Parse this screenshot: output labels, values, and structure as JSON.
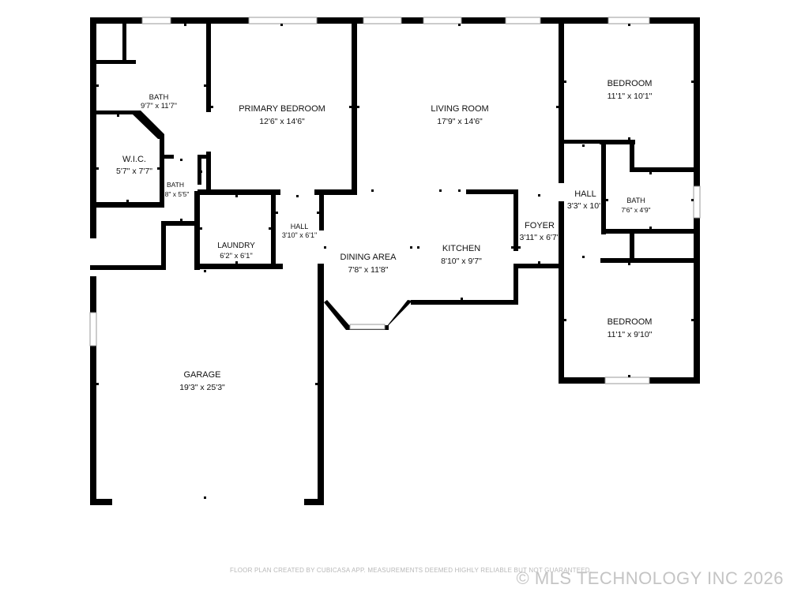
{
  "rooms": [
    {
      "key": "bath1",
      "name": "BATH",
      "dims": "9'7\" x 11'7\""
    },
    {
      "key": "primary",
      "name": "PRIMARY BEDROOM",
      "dims": "12'6\" x 14'6\""
    },
    {
      "key": "living",
      "name": "LIVING ROOM",
      "dims": "17'9\" x 14'6\""
    },
    {
      "key": "bedroom1",
      "name": "BEDROOM",
      "dims": "11'1\" x 10'1\""
    },
    {
      "key": "wic",
      "name": "W.I.C.",
      "dims": "5'7\" x 7'7\""
    },
    {
      "key": "bath2",
      "name": "BATH",
      "dims": "8\" x 5'5\""
    },
    {
      "key": "hall1",
      "name": "HALL",
      "dims": "3'10\" x 6'1\""
    },
    {
      "key": "laundry",
      "name": "LAUNDRY",
      "dims": "6'2\" x 6'1\""
    },
    {
      "key": "dining",
      "name": "DINING AREA",
      "dims": "7'8\" x 11'8\""
    },
    {
      "key": "kitchen",
      "name": "KITCHEN",
      "dims": "8'10\" x 9'7\""
    },
    {
      "key": "foyer",
      "name": "FOYER",
      "dims": "3'11\" x 6'7\""
    },
    {
      "key": "hall2",
      "name": "HALL",
      "dims": "3'3\" x 10'"
    },
    {
      "key": "bath3",
      "name": "BATH",
      "dims": "7'6\" x 4'9\""
    },
    {
      "key": "bedroom2",
      "name": "BEDROOM",
      "dims": "11'1\" x 9'10\""
    },
    {
      "key": "garage",
      "name": "GARAGE",
      "dims": "19'3\" x 25'3\""
    }
  ],
  "footer": {
    "disclaimer": "FLOOR PLAN CREATED BY CUBICASA APP. MEASUREMENTS DEEMED HIGHLY RELIABLE BUT NOT GUARANTEED.",
    "copyright": "© MLS TECHNOLOGY INC 2026"
  }
}
